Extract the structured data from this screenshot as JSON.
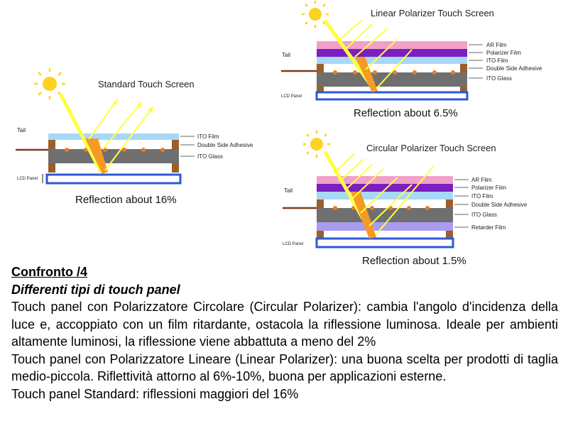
{
  "colors": {
    "ar_film": "#f2a0c8",
    "polarizer": "#7a1fc0",
    "ito_film": "#a8d8f6",
    "ito_glass": "#6f6f6f",
    "retarder": "#a99cf0",
    "lcd_blue": "#2a5ad8",
    "spacer": "#9a5f2c",
    "dot": "#ee7a22",
    "light": "#ffff44",
    "refracted": "#f59a22",
    "sun": "#ffd21f"
  },
  "panels": {
    "standard": {
      "title": "Standard Touch Screen",
      "reflection": "Reflection about 16%",
      "tail": "Tail",
      "lcd": "LCD Panel",
      "labels": [
        "ITO Film",
        "Double Side Adhesive",
        "ITO Glass"
      ]
    },
    "linear": {
      "title": "Linear Polarizer Touch Screen",
      "reflection": "Reflection about 6.5%",
      "tail": "Tail",
      "lcd": "LCD Panel",
      "labels": [
        "AR Film",
        "Polarizer Film",
        "ITO Film",
        "Double Side Adhesive",
        "ITO Glass"
      ]
    },
    "circular": {
      "title": "Circular Polarizer Touch Screen",
      "reflection": "Reflection about 1.5%",
      "tail": "Tail",
      "lcd": "LCD Panel",
      "labels": [
        "AR Film",
        "Polarizer Film",
        "ITO Film",
        "Double Side Adhesive",
        "ITO Glass",
        "Retarder Film"
      ]
    }
  },
  "text": {
    "heading": "Confronto /4",
    "subheading": "Differenti tipi di touch panel",
    "para1": "Touch panel con Polarizzatore Circolare (Circular Polarizer): cambia l'angolo d'incidenza della luce e, accoppiato con un film ritardante, ostacola la riflessione luminosa. Ideale per ambienti altamente luminosi, la riflessione viene abbattuta a meno del 2%",
    "para2": "Touch panel con Polarizzatore Lineare (Linear Polarizer): una buona scelta per prodotti di taglia medio-piccola. Riflettività attorno al 6%-10%, buona per applicazioni esterne.",
    "para3": "Touch panel Standard: riflessioni maggiori del 16%"
  }
}
